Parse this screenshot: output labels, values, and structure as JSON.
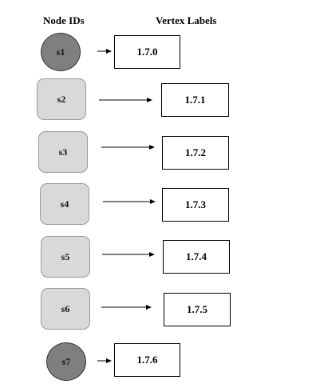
{
  "headers": {
    "node_ids": "Node IDs",
    "vertex_labels": "Vertex Labels"
  },
  "colors": {
    "circle_fill": "#7f7f7f",
    "rounded_fill": "#d9d9d9"
  },
  "rows": [
    {
      "node": "s1",
      "shape": "circle",
      "label": "1.7.0"
    },
    {
      "node": "s2",
      "shape": "rounded",
      "label": "1.7.1"
    },
    {
      "node": "s3",
      "shape": "rounded",
      "label": "1.7.2"
    },
    {
      "node": "s4",
      "shape": "rounded",
      "label": "1.7.3"
    },
    {
      "node": "s5",
      "shape": "rounded",
      "label": "1.7.4"
    },
    {
      "node": "s6",
      "shape": "rounded",
      "label": "1.7.5"
    },
    {
      "node": "s7",
      "shape": "circle",
      "label": "1.7.6"
    }
  ]
}
